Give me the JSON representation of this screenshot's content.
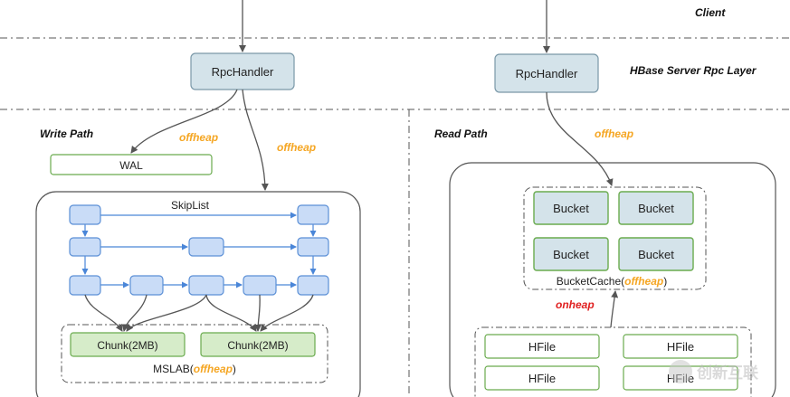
{
  "zones": {
    "client": "Client",
    "rpc_layer": "HBase Server Rpc Layer",
    "write_path": "Write Path",
    "read_path": "Read Path"
  },
  "rpc_left": "RpcHandler",
  "rpc_right": "RpcHandler",
  "wal": "WAL",
  "offheap_wal": "offheap",
  "offheap_memstore": "offheap",
  "offheap_read": "offheap",
  "onheap": "onheap",
  "skiplist": "SkipList",
  "chunks": [
    "Chunk(2MB)",
    "Chunk(2MB)"
  ],
  "mslab": {
    "prefix": "MSLAB(",
    "highlight": "offheap",
    "suffix": ")"
  },
  "buckets": [
    "Bucket",
    "Bucket",
    "Bucket",
    "Bucket"
  ],
  "bucketcache": {
    "prefix": "BucketCache(",
    "highlight": "offheap",
    "suffix": ")"
  },
  "hfiles": [
    "HFile",
    "HFile",
    "HFile",
    "HFile"
  ],
  "watermark": "创新互联",
  "colors": {
    "offheap": "#f5a623",
    "onheap": "#e02020",
    "rpc_fill": "#d4e3ea",
    "green_border": "#6aab4e",
    "green_fill": "#d6ecc9",
    "bucket_fill": "#d4e3ea",
    "node_fill": "#c9dcf7",
    "node_border": "#5b8fd6"
  }
}
